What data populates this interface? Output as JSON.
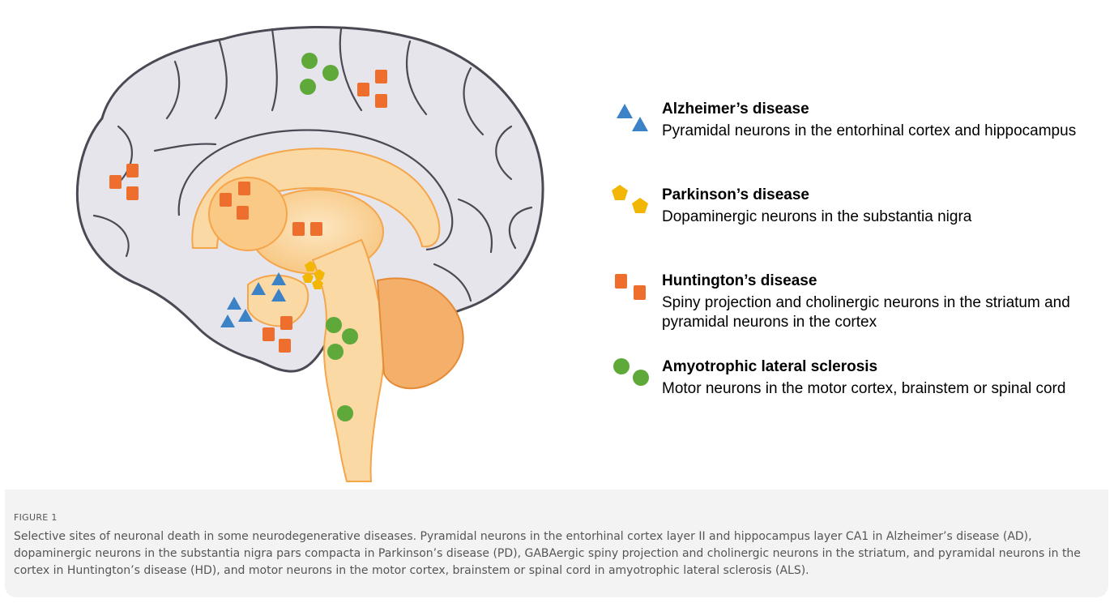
{
  "figure": {
    "label": "FIGURE 1",
    "caption": "Selective sites of neuronal death in some neurodegenerative diseases. Pyramidal neurons in the entorhinal cortex layer II and hippocampus layer CA1 in Alzheimer’s disease (AD), dopaminergic neurons in the substantia nigra pars compacta in Parkinson’s disease (PD), GABAergic spiny projection and cholinergic neurons in the striatum, and pyramidal neurons in the cortex in Huntington’s disease (HD), and motor neurons in the motor cortex, brainstem or spinal cord in amyotrophic lateral sclerosis (ALS)."
  },
  "legend": [
    {
      "title": "Alzheimer’s disease",
      "description": "Pyramidal neurons in the entorhinal cortex and hippocampus",
      "marker": "triangle",
      "color": "#3b82c6"
    },
    {
      "title": "Parkinson’s disease",
      "description": "Dopaminergic neurons in the substantia nigra",
      "marker": "pentagon",
      "color": "#f2b705"
    },
    {
      "title": "Huntington’s disease",
      "description": "Spiny projection and cholinergic neurons in the striatum and pyramidal neurons in the cortex",
      "marker": "square",
      "color": "#ee6f2d"
    },
    {
      "title": "Amyotrophic lateral sclerosis",
      "description": "Motor neurons in the motor cortex, brainstem or spinal cord",
      "marker": "circle",
      "color": "#5fa83a"
    }
  ],
  "colors": {
    "brain_fill": "#e6e5ec",
    "brain_outline": "#4a4a55",
    "deep_structures": "#fbd9a4",
    "deep_structures_dark": "#f5a54a",
    "background": "#ffffff",
    "caption_panel": "#f3f3f3"
  }
}
